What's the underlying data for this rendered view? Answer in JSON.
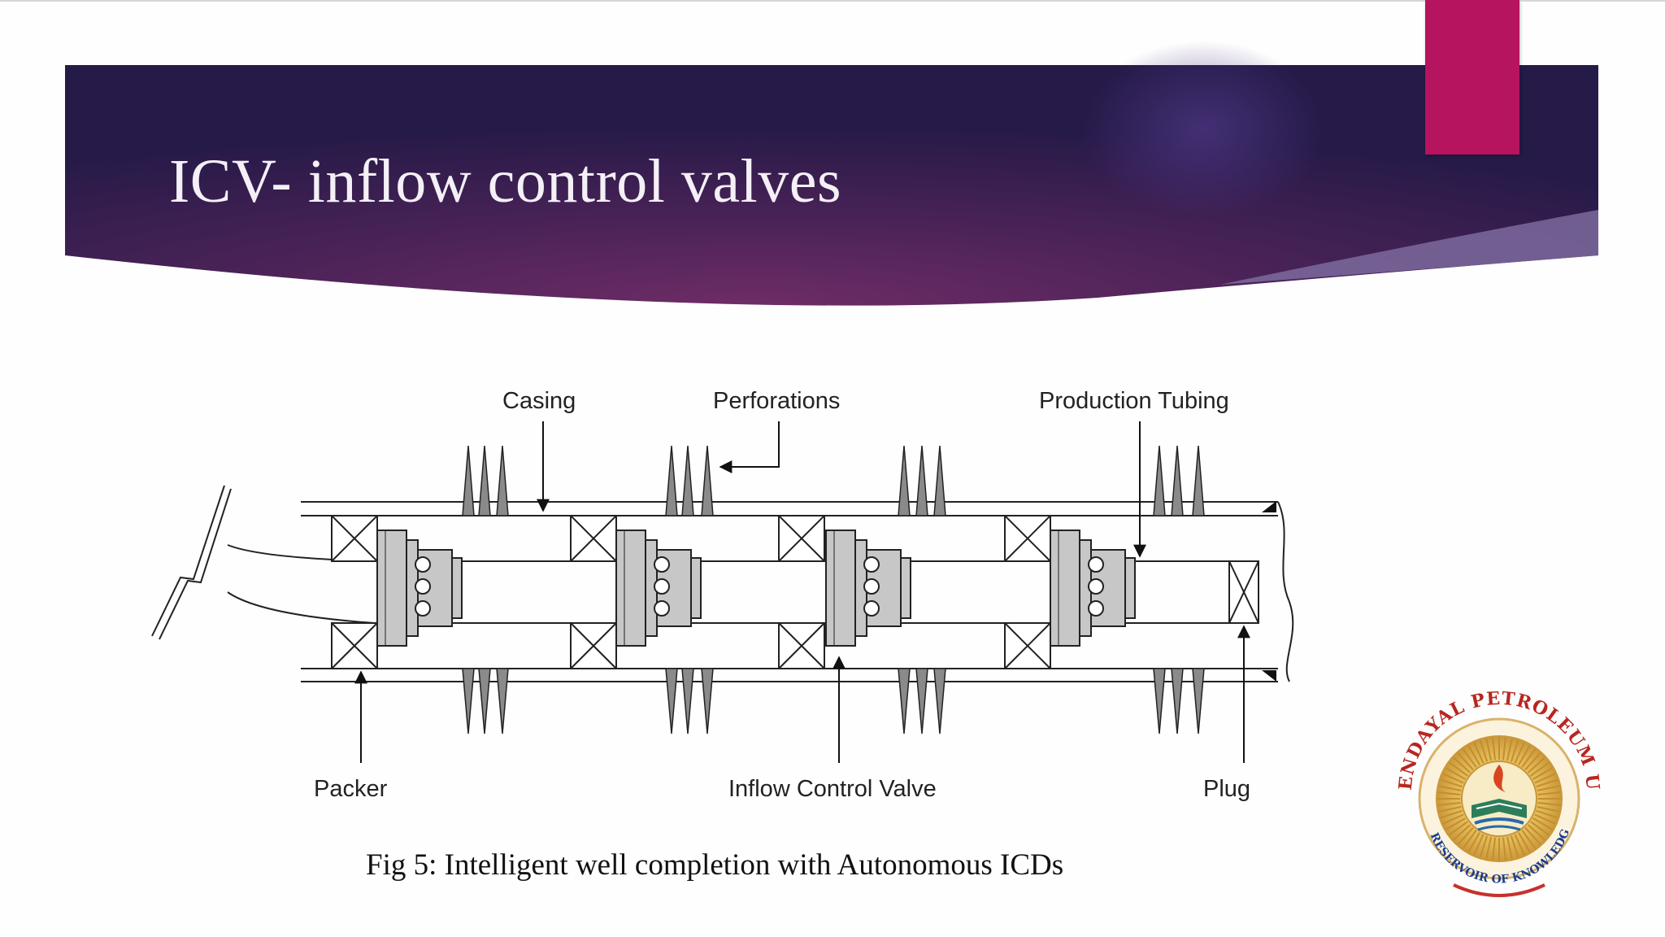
{
  "slide": {
    "title": "ICV- inflow control valves",
    "caption": "Fig 5: Intelligent well completion with Autonomous ICDs",
    "colors": {
      "banner_dark": "#2a1a4c",
      "banner_mid": "#6b2a63",
      "accent": "#b6145e",
      "diagram_fill": "#c7c7c7"
    }
  },
  "diagram": {
    "labels": {
      "casing": "Casing",
      "perforations": "Perforations",
      "production_tubing": "Production Tubing",
      "packer": "Packer",
      "inflow_control_valve": "Inflow Control Valve",
      "plug": "Plug"
    },
    "packer_count": 4,
    "valve_count": 4,
    "perforation_cluster_count": 4
  },
  "logo": {
    "name": "PANDIT DEENDAYAL PETROLEUM UNIVERSITY",
    "motto": "A RESERVOIR OF KNOWLEDGE"
  }
}
